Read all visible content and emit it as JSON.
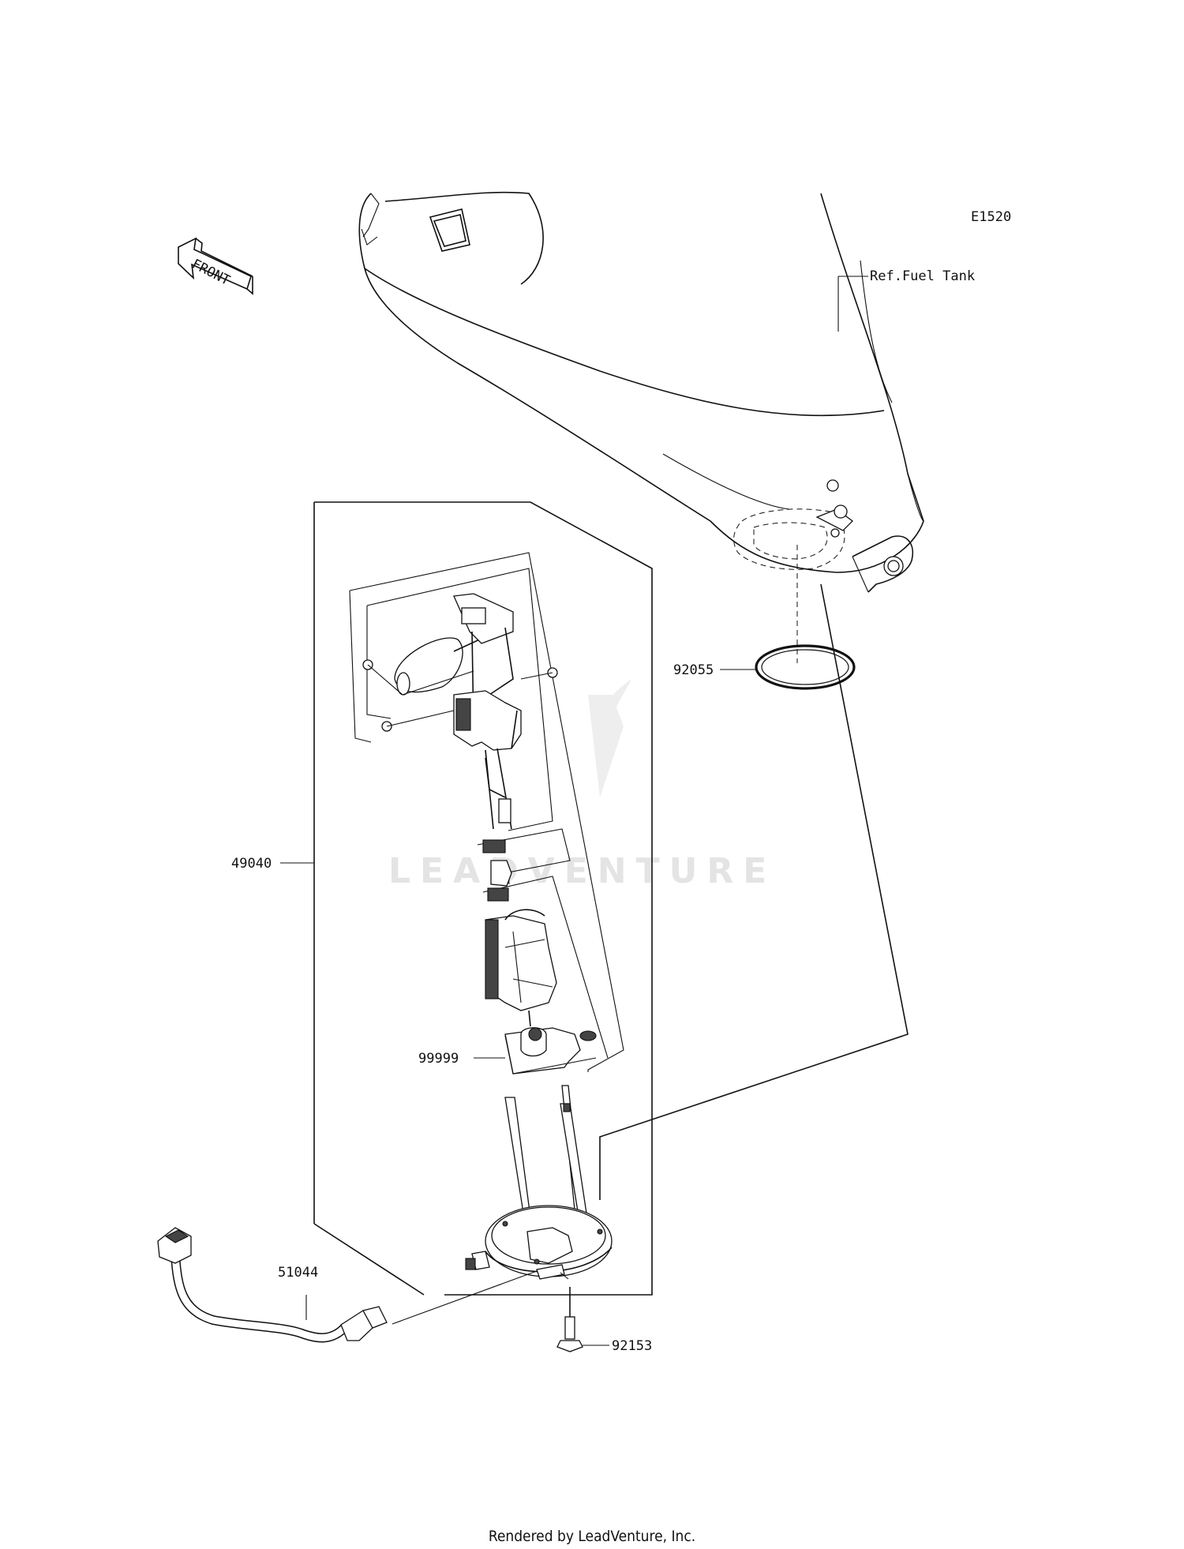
{
  "diagram_code": "E1520",
  "ref_label": "Ref.Fuel Tank",
  "front_label": "FRONT",
  "watermark": "LEADVENTURE",
  "parts": {
    "fuel_pump_assy": "49040",
    "o_ring": "92055",
    "kit": "99999",
    "lead": "51044",
    "bolt": "92153"
  },
  "footer": "Rendered by LeadVenture, Inc."
}
